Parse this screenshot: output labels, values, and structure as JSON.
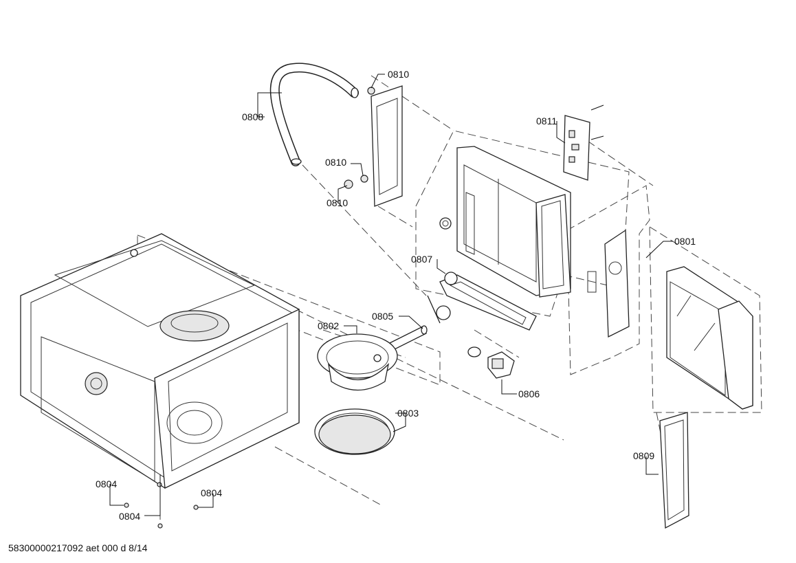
{
  "diagram": {
    "callouts": [
      {
        "id": "0801",
        "text": "0801"
      },
      {
        "id": "0802",
        "text": "0802"
      },
      {
        "id": "0803",
        "text": "0803"
      },
      {
        "id": "0804a",
        "text": "0804"
      },
      {
        "id": "0804b",
        "text": "0804"
      },
      {
        "id": "0804c",
        "text": "0804"
      },
      {
        "id": "0805",
        "text": "0805"
      },
      {
        "id": "0806",
        "text": "0806"
      },
      {
        "id": "0807",
        "text": "0807"
      },
      {
        "id": "0808",
        "text": "0808"
      },
      {
        "id": "0809",
        "text": "0809"
      },
      {
        "id": "0810a",
        "text": "0810"
      },
      {
        "id": "0810b",
        "text": "0810"
      },
      {
        "id": "0810c",
        "text": "0810"
      },
      {
        "id": "0811",
        "text": "0811"
      }
    ],
    "footer": "58300000217092 aet 000 d 8/14"
  }
}
